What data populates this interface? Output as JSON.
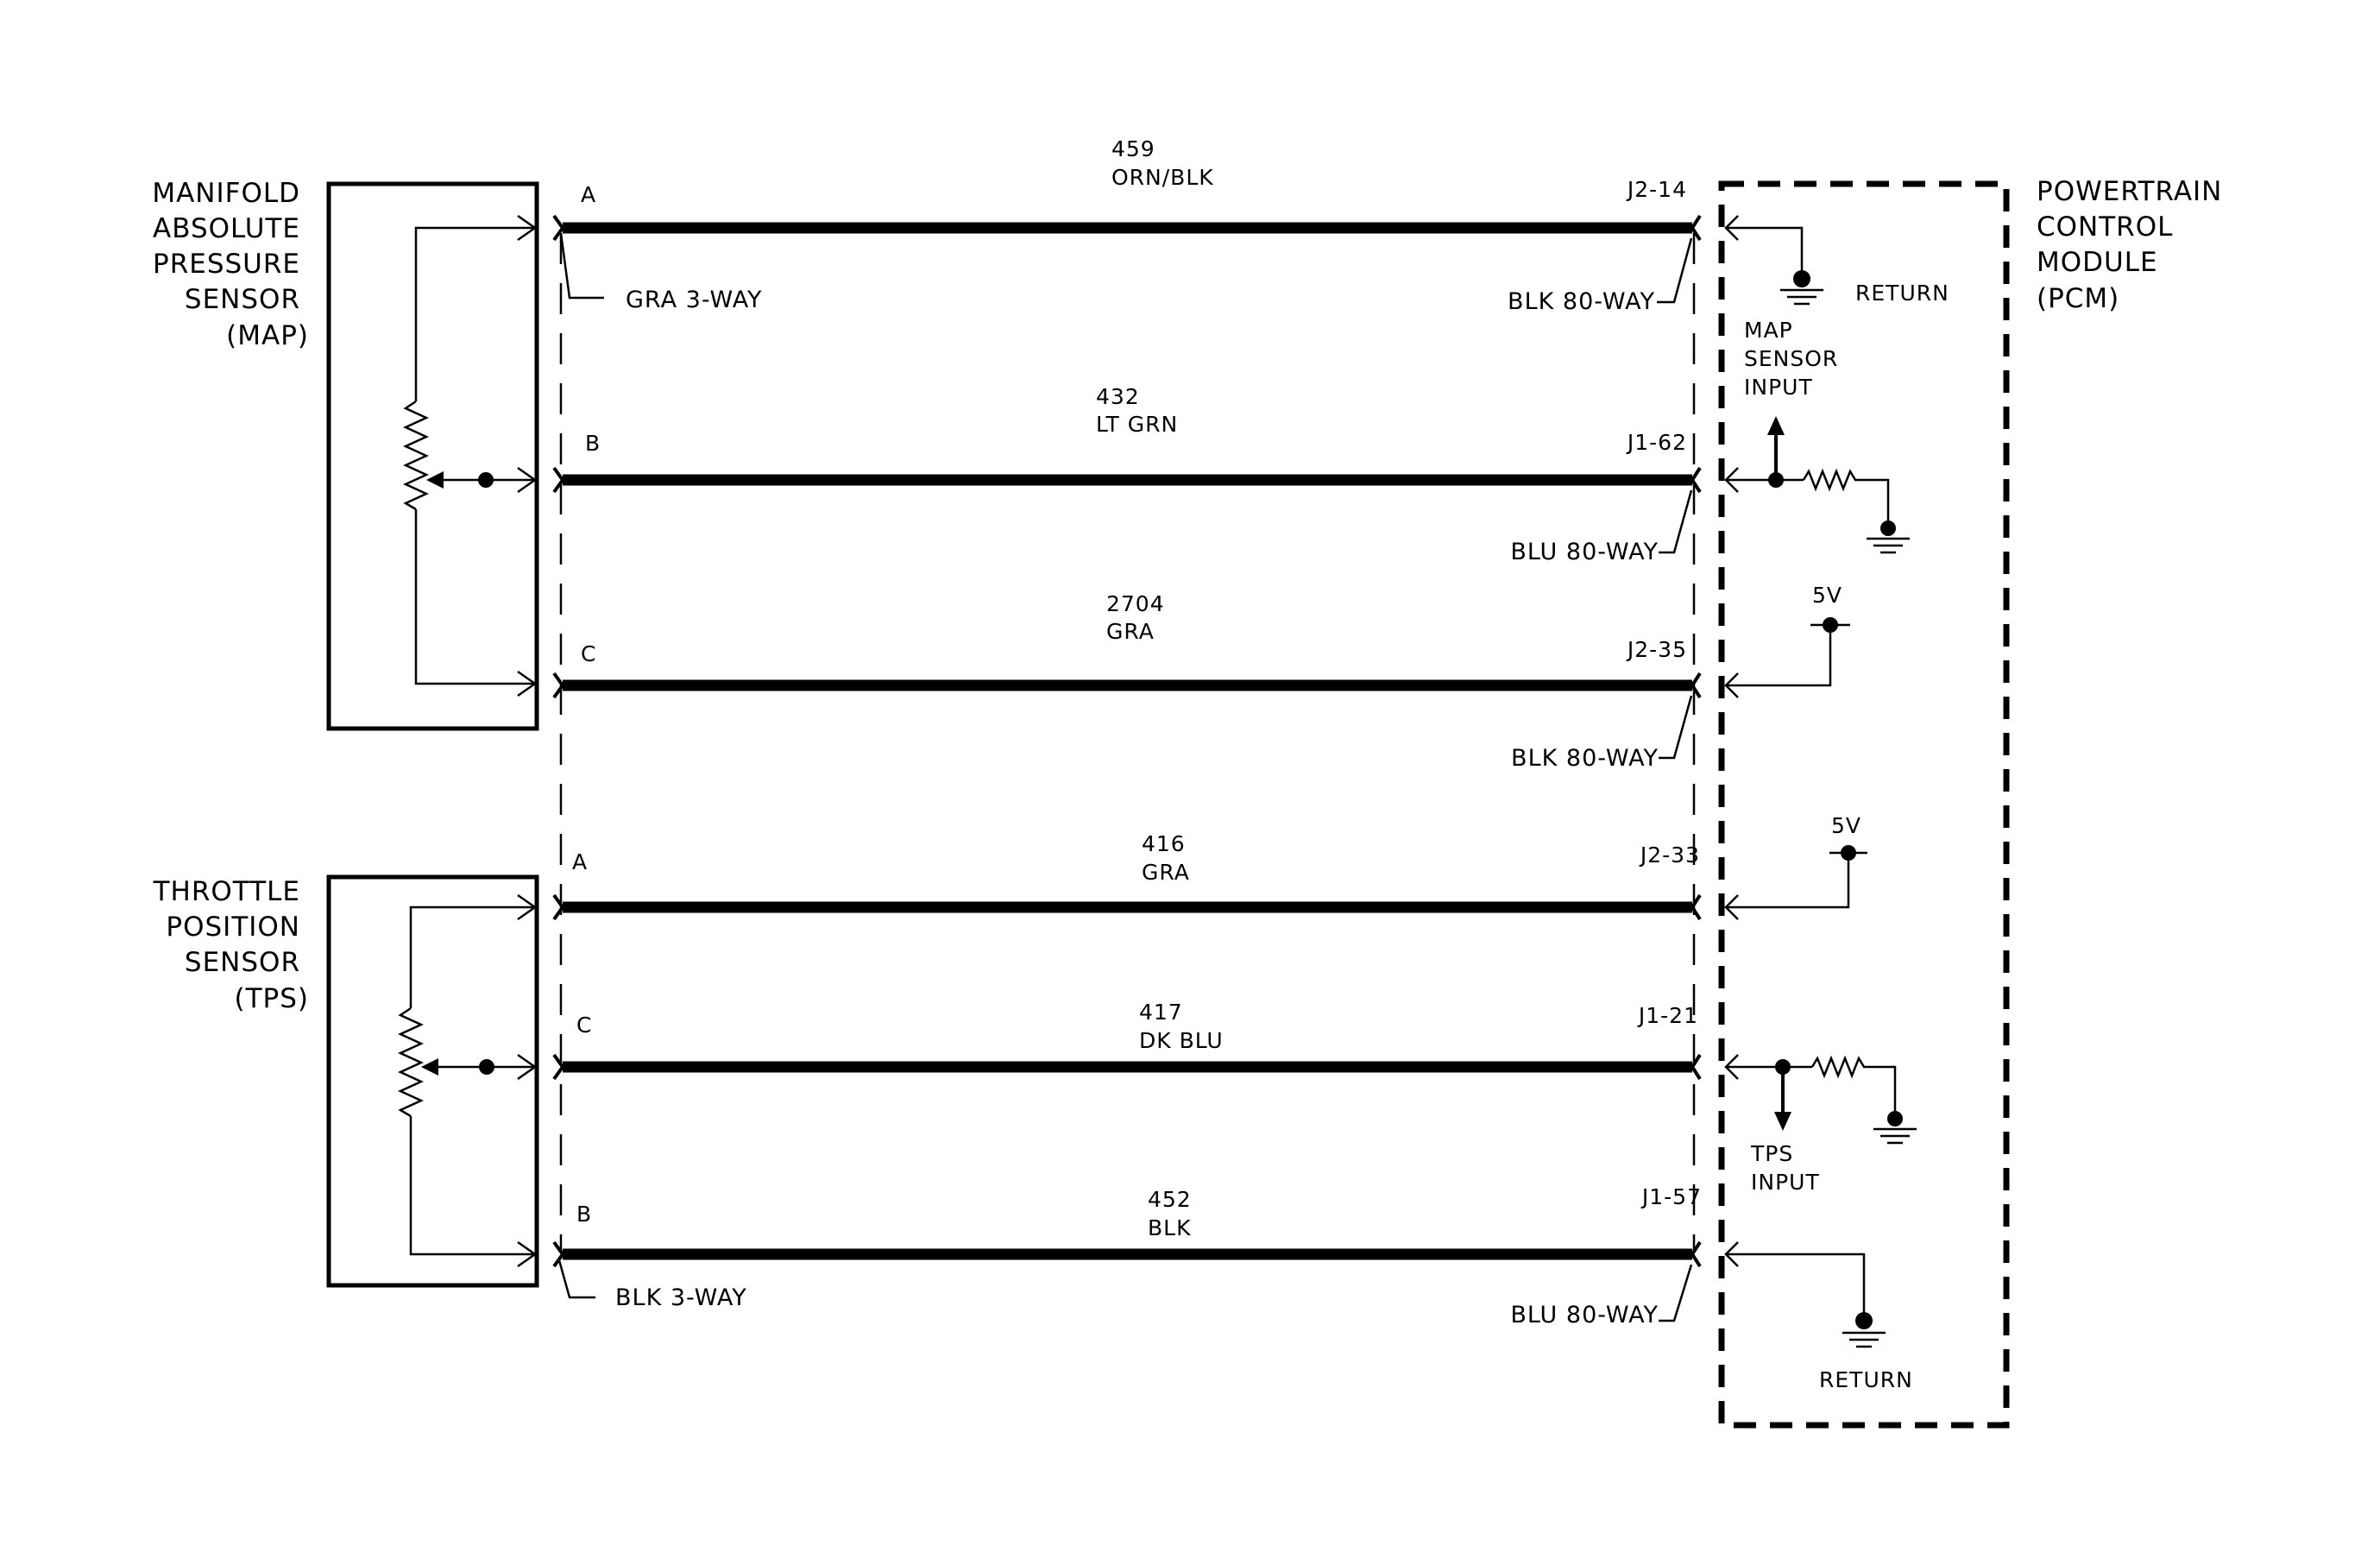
{
  "components": {
    "map_sensor": {
      "lines": [
        "MANIFOLD",
        "ABSOLUTE",
        "PRESSURE",
        "SENSOR",
        "(MAP)"
      ],
      "connector": "GRA 3-WAY"
    },
    "tps_sensor": {
      "lines": [
        "THROTTLE",
        "POSITION",
        "SENSOR",
        "(TPS)"
      ],
      "connector": "BLK 3-WAY"
    },
    "pcm": {
      "lines": [
        "POWERTRAIN",
        "CONTROL",
        "MODULE",
        "(PCM)"
      ]
    }
  },
  "wires": [
    {
      "pin": "A",
      "circuit": "459",
      "color": "ORN/BLK",
      "pcm_pin": "J2-14",
      "pcm_connector": "BLK 80-WAY"
    },
    {
      "pin": "B",
      "circuit": "432",
      "color": "LT GRN",
      "pcm_pin": "J1-62",
      "pcm_connector": "BLU 80-WAY"
    },
    {
      "pin": "C",
      "circuit": "2704",
      "color": "GRA",
      "pcm_pin": "J2-35",
      "pcm_connector": "BLK 80-WAY"
    },
    {
      "pin": "A",
      "circuit": "416",
      "color": "GRA",
      "pcm_pin": "J2-33"
    },
    {
      "pin": "C",
      "circuit": "417",
      "color": "DK BLU",
      "pcm_pin": "J1-21"
    },
    {
      "pin": "B",
      "circuit": "452",
      "color": "BLK",
      "pcm_pin": "J1-57",
      "pcm_connector": "BLU 80-WAY"
    }
  ],
  "pcm_labels": {
    "return_top": "RETURN",
    "map_input": [
      "MAP",
      "SENSOR",
      "INPUT"
    ],
    "v5_top": "5V",
    "v5_bottom": "5V",
    "tps_input": [
      "TPS",
      "INPUT"
    ],
    "return_bottom": "RETURN"
  }
}
